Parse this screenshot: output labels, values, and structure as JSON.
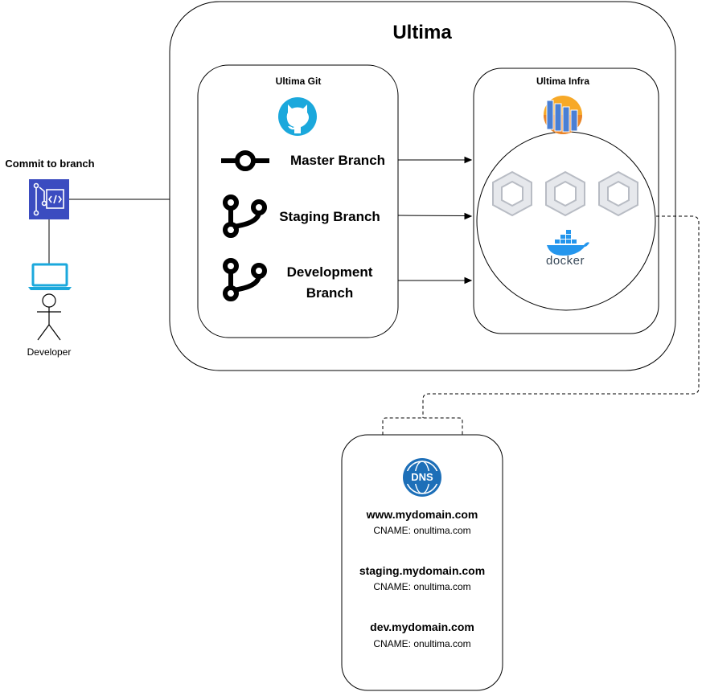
{
  "title": "Ultima",
  "git_panel": {
    "title": "Ultima Git",
    "icon": "github-icon",
    "branches": [
      {
        "label": "Master Branch",
        "icon": "git-commit-icon"
      },
      {
        "label": "Staging Branch",
        "icon": "git-branch-icon"
      },
      {
        "label": "Development Branch",
        "icon": "git-branch-icon"
      }
    ]
  },
  "infra_panel": {
    "title": "Ultima Infra",
    "icon": "vm-stack-icon",
    "container_icons": [
      "container-icon",
      "container-icon",
      "container-icon"
    ],
    "docker_label": "docker"
  },
  "developer": {
    "commit_label": "Commit to branch",
    "label": "Developer",
    "icons": [
      "codecommit-icon",
      "laptop-icon",
      "person-icon"
    ]
  },
  "dns_panel": {
    "icon_label": "DNS",
    "records": [
      {
        "domain": "www.mydomain.com",
        "cname": "CNAME: onultima.com"
      },
      {
        "domain": "staging.mydomain.com",
        "cname": "CNAME: onultima.com"
      },
      {
        "domain": "dev.mydomain.com",
        "cname": "CNAME: onultima.com"
      }
    ]
  },
  "colors": {
    "github": "#1ba8dc",
    "codecommit": "#3b4cc0",
    "laptop": "#1ba8dc",
    "docker": "#2496ed",
    "dns": "#1d6fb8"
  }
}
